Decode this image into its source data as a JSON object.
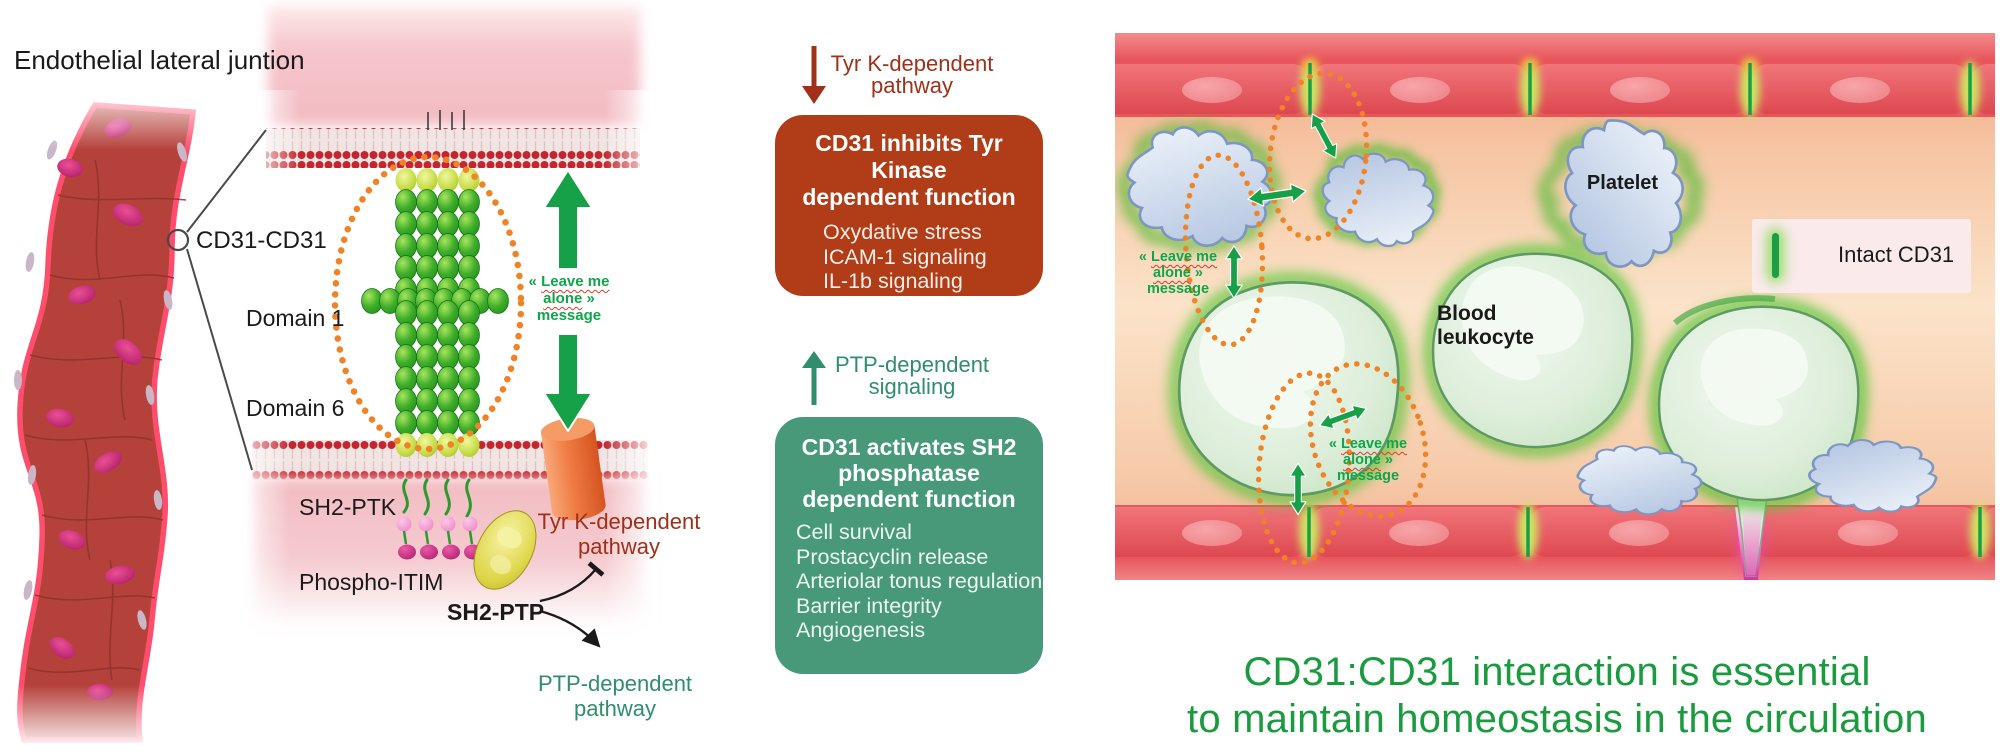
{
  "left_panel": {
    "title": "Endothelial lateral juntion",
    "cd31_label": "CD31-CD31",
    "domain1": "Domain 1",
    "domain6": "Domain 6",
    "sh2_ptk": "SH2-PTK",
    "phospho_itim": "Phospho-ITIM",
    "sh2_ptp": "SH2-PTP",
    "tyr_pathway": {
      "line1": "Tyr K-dependent",
      "line2": "pathway"
    },
    "ptp_pathway": {
      "line1": "PTP-dependent",
      "line2": "pathway"
    }
  },
  "shared": {
    "leave_message": {
      "open": "«",
      "leave": "Leave me",
      "alone": "alone",
      "close": "»",
      "word": "message"
    }
  },
  "middle_panel": {
    "tyr_header": {
      "line1": "Tyr K-dependent",
      "line2": "pathway"
    },
    "red_box": {
      "title_line1": "CD31 inhibits Tyr Kinase",
      "title_line2": "dependent function",
      "items": [
        "Oxydative stress",
        "ICAM-1 signaling",
        "IL-1b signaling"
      ]
    },
    "ptp_header": {
      "line1": "PTP-dependent",
      "line2": "signaling"
    },
    "green_box": {
      "title_line1": "CD31 activates SH2",
      "title_line2": "phosphatase",
      "title_line3": "dependent function",
      "items": [
        "Cell survival",
        "Prostacyclin release",
        "Arteriolar tonus regulation",
        "Barrier integrity",
        "Angiogenesis"
      ]
    }
  },
  "right_panel": {
    "platelet_label": "Platelet",
    "leukocyte_line1": "Blood",
    "leukocyte_line2": "leukocyte",
    "legend_label": "Intact CD31",
    "caption": {
      "line1": "CD31:CD31 interaction is essential",
      "line2": "to maintain homeostasis in the circulation"
    }
  },
  "colors": {
    "red_box": "#b13c18",
    "dark_red_text": "#a1301b",
    "green_box": "#47997a",
    "teal_green_text": "#2f8e6b",
    "message_green": "#0fa64a",
    "caption_green": "#1a9b40",
    "orange_dots": "#f08326",
    "arrow_green": "#16a047"
  }
}
